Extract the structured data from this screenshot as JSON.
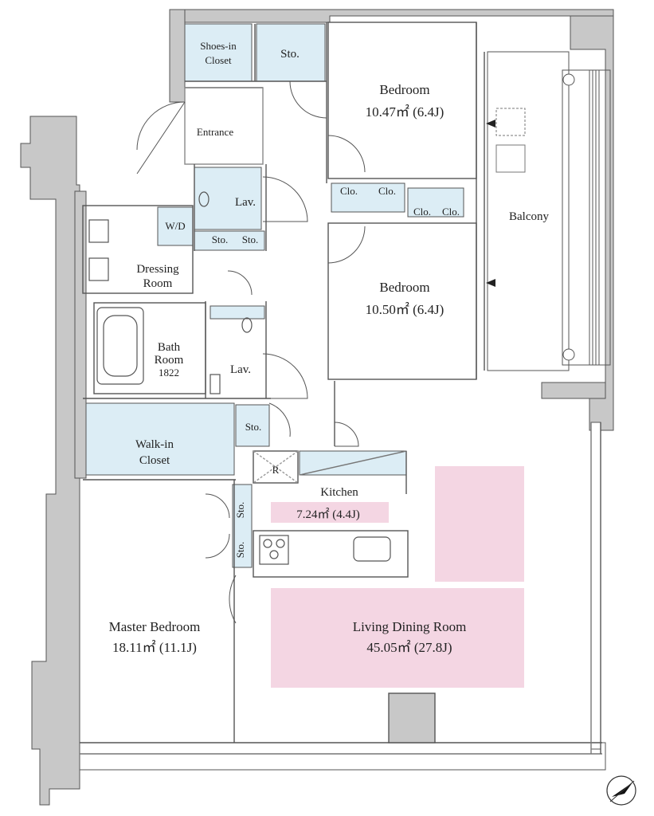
{
  "rooms": {
    "shoes_in_closet": [
      "Shoes-in",
      "Closet"
    ],
    "sto_top": "Sto.",
    "entrance": "Entrance",
    "lav_upper": "Lav.",
    "wd": "W/D",
    "sto_a": "Sto.",
    "sto_b": "Sto.",
    "dressing_room": [
      "Dressing",
      "Room"
    ],
    "bath_room": [
      "Bath",
      "Room",
      "1822"
    ],
    "lav_lower": "Lav.",
    "sto_mid": "Sto.",
    "walk_in_closet": [
      "Walk-in",
      "Closet"
    ],
    "refrigerator": "R",
    "kitchen": [
      "Kitchen",
      "7.24㎡  (4.4J)"
    ],
    "sto_side1": "Sto.",
    "sto_side2": "Sto.",
    "bedroom_upper": [
      "Bedroom",
      "10.47㎡  (6.4J)"
    ],
    "bedroom_lower": [
      "Bedroom",
      "10.50㎡  (6.4J)"
    ],
    "clo_1": "Clo.",
    "clo_2": "Clo.",
    "clo_3": "Clo.",
    "clo_4": "Clo.",
    "balcony": "Balcony",
    "master_bedroom": [
      "Master Bedroom",
      "18.11㎡  (11.1J)"
    ],
    "living_dining": [
      "Living Dining Room",
      "45.05㎡  (27.8J)"
    ]
  },
  "colors": {
    "wall": "#c8c8c8",
    "wall_stroke": "#555555",
    "storage": "#dcedf5",
    "highlight": "#f4d6e3",
    "line": "#555555"
  },
  "icons": [
    "compass-north-icon",
    "door-swing-icon",
    "bathtub-icon",
    "toilet-icon",
    "stove-icon",
    "sink-icon"
  ]
}
